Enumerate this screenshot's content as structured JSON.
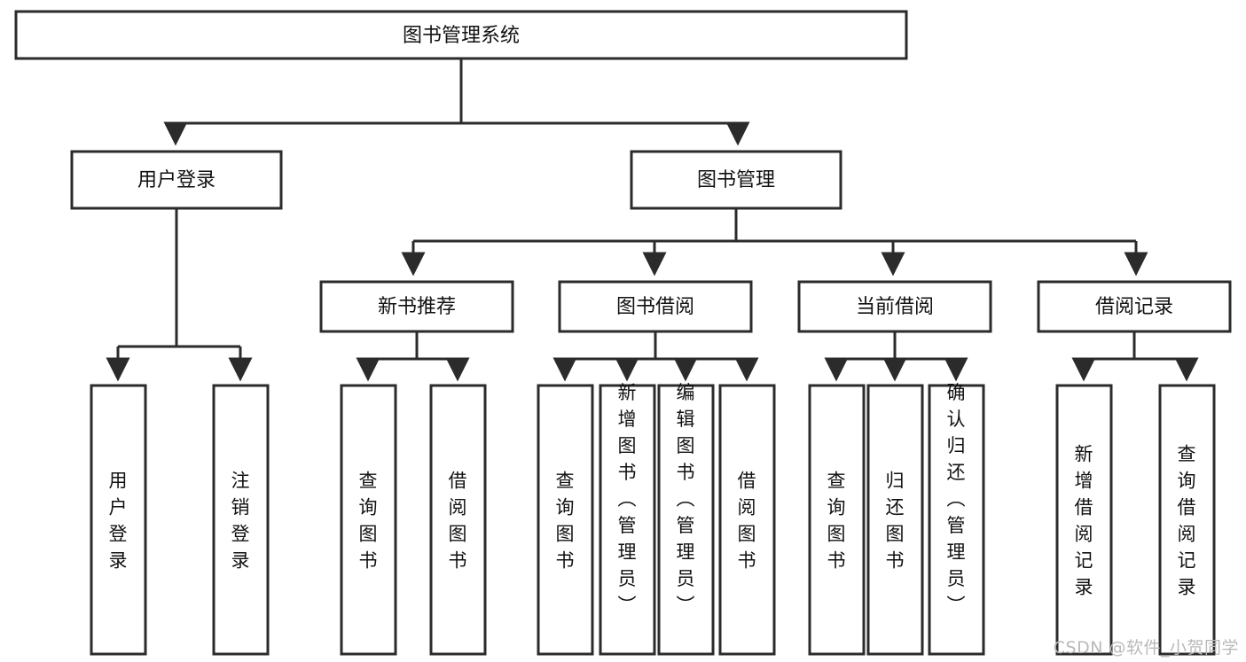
{
  "diagram": {
    "title": "图书管理系统",
    "type": "tree-hierarchy-diagram",
    "colors": {
      "stroke": "#2b2b2b",
      "fill": "#ffffff",
      "text": "#111111",
      "watermark": "#b9b9b9"
    },
    "root": {
      "label": "图书管理系统"
    },
    "level2": [
      {
        "label": "用户登录"
      },
      {
        "label": "图书管理"
      }
    ],
    "level3": [
      {
        "label": "新书推荐"
      },
      {
        "label": "图书借阅"
      },
      {
        "label": "当前借阅"
      },
      {
        "label": "借阅记录"
      }
    ],
    "leaves": {
      "user_login": [
        {
          "label": "用户登录"
        },
        {
          "label": "注销登录"
        }
      ],
      "new_book_recommend": [
        {
          "label": "查询图书"
        },
        {
          "label": "借阅图书"
        }
      ],
      "book_borrow": [
        {
          "label": "查询图书"
        },
        {
          "label": "新增图书（管理员）"
        },
        {
          "label": "编辑图书（管理员）"
        },
        {
          "label": "借阅图书"
        }
      ],
      "current_borrow": [
        {
          "label": "查询图书"
        },
        {
          "label": "归还图书"
        },
        {
          "label": "确认归还（管理员）"
        }
      ],
      "borrow_record": [
        {
          "label": "新增借阅记录"
        },
        {
          "label": "查询借阅记录"
        }
      ]
    }
  },
  "watermark": {
    "text": "CSDN @软件_小贺同学"
  }
}
